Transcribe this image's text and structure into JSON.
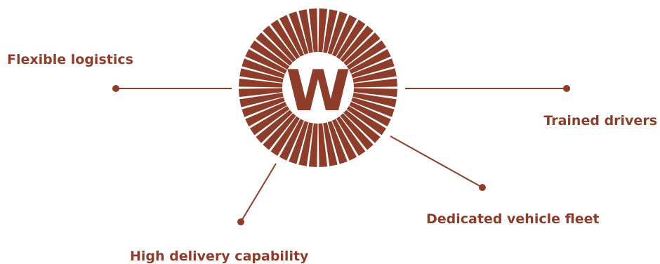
{
  "logo": {
    "letter": "W",
    "ray_count": 48
  },
  "features": [
    {
      "id": "flexible-logistics",
      "label": "Flexible logistics"
    },
    {
      "id": "trained-drivers",
      "label": "Trained drivers"
    },
    {
      "id": "dedicated-vehicle-fleet",
      "label": "Dedicated vehicle fleet"
    },
    {
      "id": "high-delivery-capability",
      "label": "High delivery capability"
    }
  ],
  "colors": {
    "accent": "#8e3d2b",
    "background": "#ffffff"
  }
}
